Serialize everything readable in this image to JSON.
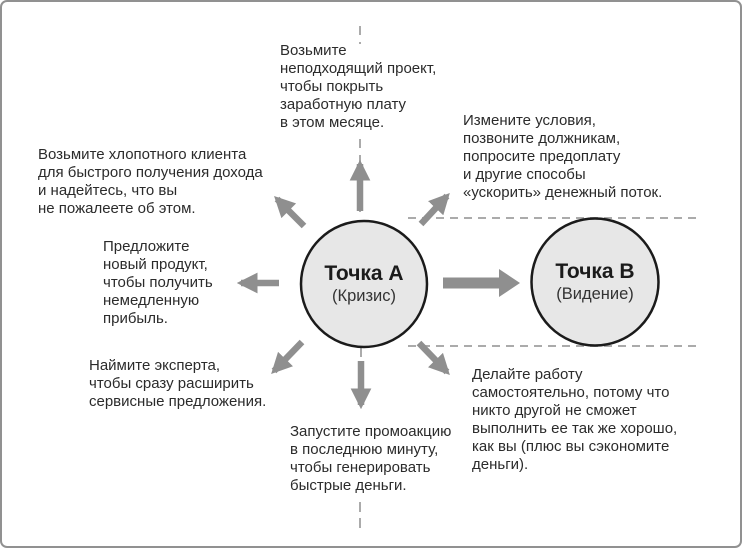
{
  "diagram": {
    "point_a": {
      "title": "Точка А",
      "subtitle": "(Кризис)"
    },
    "point_b": {
      "title": "Точка В",
      "subtitle": "(Видение)"
    },
    "labels": {
      "top_center": "Возьмите\nнеподходящий проект,\nчтобы покрыть\nзаработную плату\nв этом месяце.",
      "top_right": "Измените условия,\nпозвоните должникам,\nпопросите предоплату\nи другие способы\n«ускорить» денежный поток.",
      "top_left": "Возьмите хлопотного клиента\nдля быстрого получения дохода\nи надейтесь, что вы\nне пожалеете об этом.",
      "left": "Предложите\nновый продукт,\nчтобы получить\nнемедленную\nприбыль.",
      "bottom_left": "Наймите эксперта,\nчтобы сразу расширить\nсервисные предложения.",
      "bottom_center": "Запустите промоакцию\nв последнюю минуту,\nчтобы генерировать\nбыстрые деньги.",
      "bottom_right": "Делайте работу\nсамостоятельно, потому что\nникто другой не сможет\nвыполнить ее так же хорошо,\nкак вы (плюс вы сэкономите\nденьги)."
    },
    "colors": {
      "arrow": "#8f8f8f",
      "dashed_line": "#ababab",
      "circle_fill": "#e7e7e7",
      "circle_stroke": "#1b1b1b",
      "text": "#2b2b2b",
      "frame_border": "#919191",
      "background": "#ffffff"
    }
  }
}
